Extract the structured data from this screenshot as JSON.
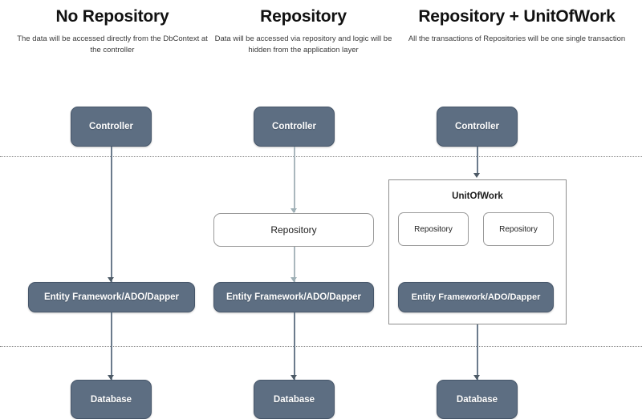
{
  "diagram": {
    "title_colors": {
      "node_dark_fill": "#5d6e82",
      "node_dark_border": "#46566a",
      "node_light_fill": "#ffffff",
      "node_light_border": "#9a9a9a",
      "divider": "#8b8b8b",
      "connector": "#6b7b8c",
      "background": "#ffffff"
    },
    "columns": [
      {
        "id": "no-repository",
        "title": "No Repository",
        "subtitle": "The data will be accessed directly from the DbContext at the controller",
        "nodes": {
          "controller": "Controller",
          "data_access": "Entity Framework/ADO/Dapper",
          "database": "Database"
        }
      },
      {
        "id": "repository",
        "title": "Repository",
        "subtitle": "Data will be accessed via repository and logic will be hidden from the application layer",
        "nodes": {
          "controller": "Controller",
          "repository": "Repository",
          "data_access": "Entity Framework/ADO/Dapper",
          "database": "Database"
        }
      },
      {
        "id": "repository-unitofwork",
        "title": "Repository + UnitOfWork",
        "subtitle": "All the transactions of Repositories will be one single transaction",
        "nodes": {
          "controller": "Controller",
          "unitofwork": "UnitOfWork",
          "repository_left": "Repository",
          "repository_right": "Repository",
          "data_access": "Entity Framework/ADO/Dapper",
          "database": "Database"
        }
      }
    ]
  }
}
